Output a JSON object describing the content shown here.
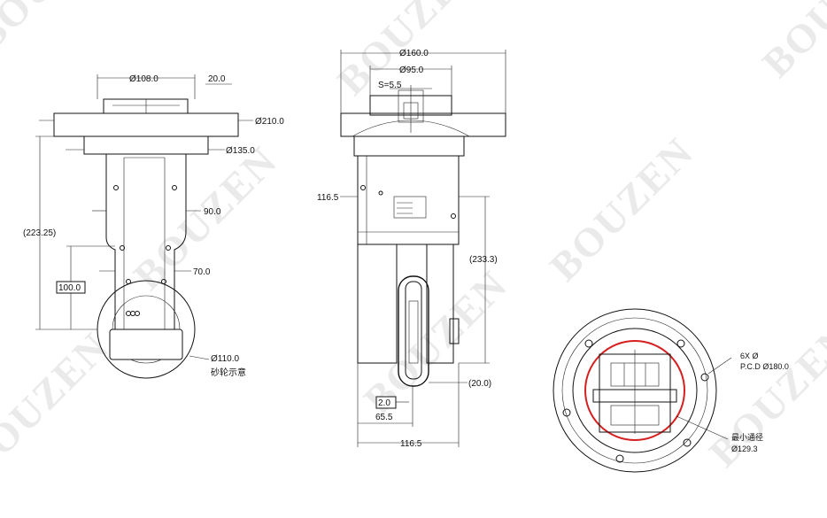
{
  "watermark": {
    "text": "BOUZEN"
  },
  "side_view": {
    "dim_top_dia": "Ø108.0",
    "dim_top_step": "20.0",
    "dim_flange_dia": "Ø210.0",
    "dim_shoulder_dia": "Ø135.0",
    "dim_total_height": "(223.25)",
    "dim_mid_width": "90.0",
    "dim_low_width": "70.0",
    "dim_wheel_center": "100.0",
    "dim_wheel_dia": "Ø110.0",
    "note_wheel": "砂轮示意"
  },
  "front_view": {
    "dim_flange_dia": "Ø160.0",
    "dim_inner_dia": "Ø95.0",
    "dim_s": "S=5.5",
    "dim_left_offset": "116.5",
    "dim_height": "(233.3)",
    "dim_wheel_offset": "(20.0)",
    "dim_wheel_width": "2.0",
    "dim_bottom_1": "65.5",
    "dim_bottom_2": "116.5"
  },
  "bottom_view": {
    "note_holes": "6X Ø",
    "note_pcd": "P.C.D Ø180.0",
    "note_min_pass": "最小通径",
    "dim_min_pass": "Ø129.3"
  },
  "colors": {
    "ink": "#111111",
    "accent": "#d62020",
    "watermark": "#d9d9d9"
  }
}
